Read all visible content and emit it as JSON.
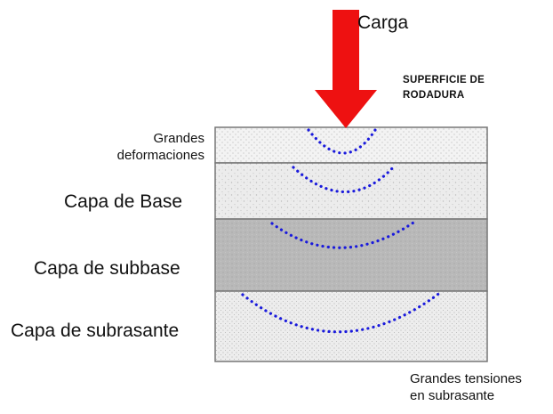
{
  "load": {
    "label": "Carga"
  },
  "surface": {
    "label_line1": "SUPERFICIE DE",
    "label_line2": "RODADURA"
  },
  "layers": [
    {
      "label_line1": "Grandes",
      "label_line2": "deformaciones",
      "fill": "#f2f2f2"
    },
    {
      "label": "Capa de Base",
      "fill": "#e6e6e6"
    },
    {
      "label": "Capa de subbase",
      "fill": "#b8b8b8"
    },
    {
      "label": "Capa de subrasante",
      "fill": "#e9e9e9"
    }
  ],
  "bottom_note": {
    "line1": "Grandes tensiones",
    "line2": "en subrasante"
  },
  "colors": {
    "arrow": "#ee1111",
    "deflection_dots": "#1a1adc",
    "border": "#777777"
  }
}
